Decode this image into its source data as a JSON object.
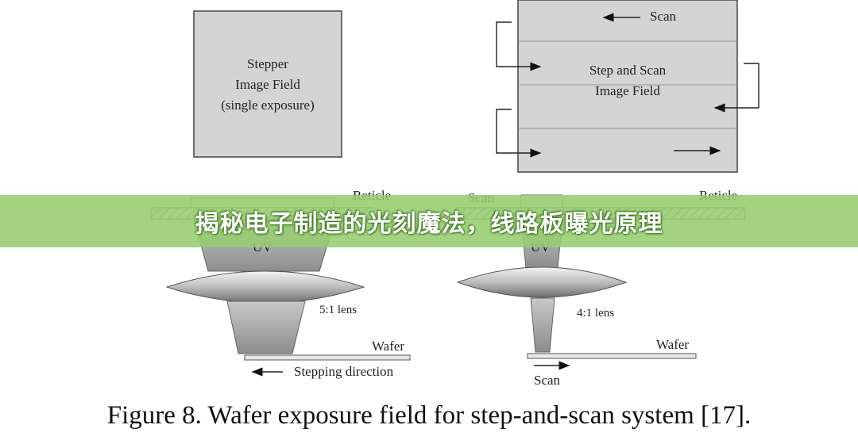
{
  "stepper": {
    "field_label_line1": "Stepper",
    "field_label_line2": "Image Field",
    "field_label_line3": "(single exposure)",
    "reticle_label": "Reticle",
    "uv_label": "UV",
    "lens_label": "5:1 lens",
    "wafer_label": "Wafer",
    "motion_label": "Stepping direction"
  },
  "scanner": {
    "scan_top_label": "Scan",
    "field_label_line1": "Step and Scan",
    "field_label_line2": "Image Field",
    "scan_label_reticle": "Scan",
    "reticle_label": "Reticle",
    "uv_label": "UV",
    "lens_label": "4:1 lens",
    "wafer_label": "Wafer",
    "scan_bottom_label": "Scan"
  },
  "banner": {
    "title": "揭秘电子制造的光刻魔法，线路板曝光原理"
  },
  "caption": {
    "text": "Figure 8. Wafer exposure field for step-and-scan system [17]."
  }
}
